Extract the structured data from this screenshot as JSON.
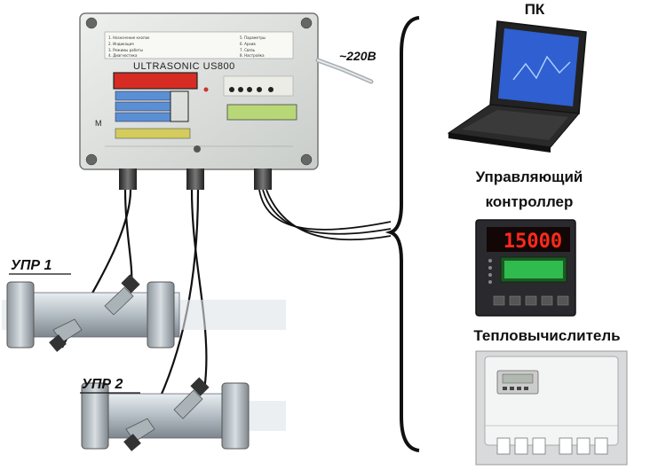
{
  "meter": {
    "brand": "ULTRASONIC US800",
    "panel_text": [
      "1. Назначение кнопок",
      "2. Индикация",
      "3. Режимы работы",
      "4. Диагностика",
      "5. Параметры",
      "6. Архив",
      "7. Связь",
      "8. Настройка"
    ],
    "side_label": "M"
  },
  "power": {
    "label": "~220В"
  },
  "sensors": [
    {
      "id": "upr1",
      "label": "УПР 1"
    },
    {
      "id": "upr2",
      "label": "УПР 2"
    }
  ],
  "devices": {
    "pc": {
      "label": "ПК"
    },
    "controller": {
      "label_line1": "Управляющий",
      "label_line2": "контроллер",
      "display_value": "15000"
    },
    "heat_calculator": {
      "label": "Тепловычислитель"
    }
  },
  "colors": {
    "meter_red": "#d62c24",
    "meter_blue": "#5a8fd4",
    "meter_green": "#b8d878",
    "meter_yellow": "#d4cc5c",
    "pipe": "#b9c2c8",
    "controller_red": "#ff2a1a",
    "controller_green": "#33cc55"
  }
}
